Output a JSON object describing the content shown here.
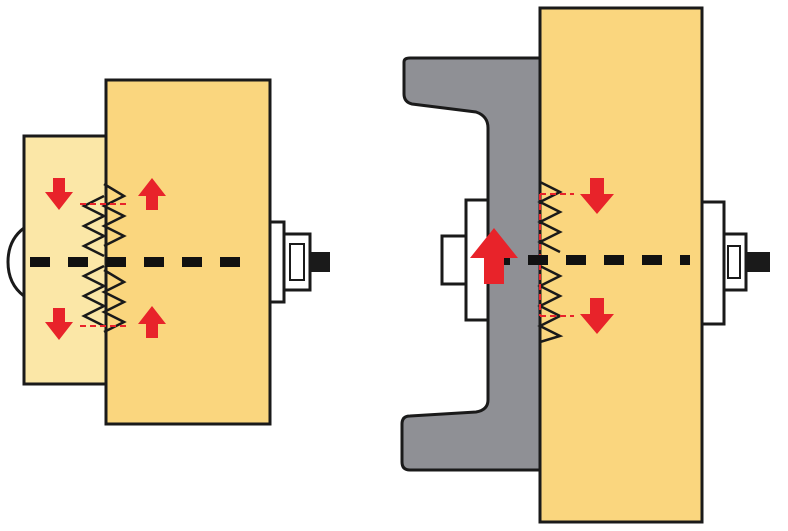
{
  "colors": {
    "timber_light": "#fbe7a7",
    "timber": "#fad67e",
    "steel": "#8f9095",
    "bolt": "#ffffff",
    "outline": "#1a1a1a",
    "arrow": "#e8232a",
    "dashed_red": "#e8232a",
    "centerline": "#111111"
  },
  "left_assembly": {
    "parts": [
      "back-timber",
      "front-timber",
      "toothed-plate-connector",
      "bolt",
      "washer",
      "nut"
    ],
    "arrows": [
      {
        "direction": "down",
        "group": "top-left"
      },
      {
        "direction": "up",
        "group": "top-right"
      },
      {
        "direction": "down",
        "group": "bottom-left"
      },
      {
        "direction": "up",
        "group": "bottom-right"
      }
    ]
  },
  "right_assembly": {
    "parts": [
      "steel-channel",
      "timber-member",
      "toothed-plate-connector",
      "bolt",
      "washer",
      "nut"
    ],
    "arrows": [
      {
        "direction": "up",
        "group": "steel-side"
      },
      {
        "direction": "down",
        "group": "top-timber"
      },
      {
        "direction": "down",
        "group": "bottom-timber"
      }
    ]
  }
}
